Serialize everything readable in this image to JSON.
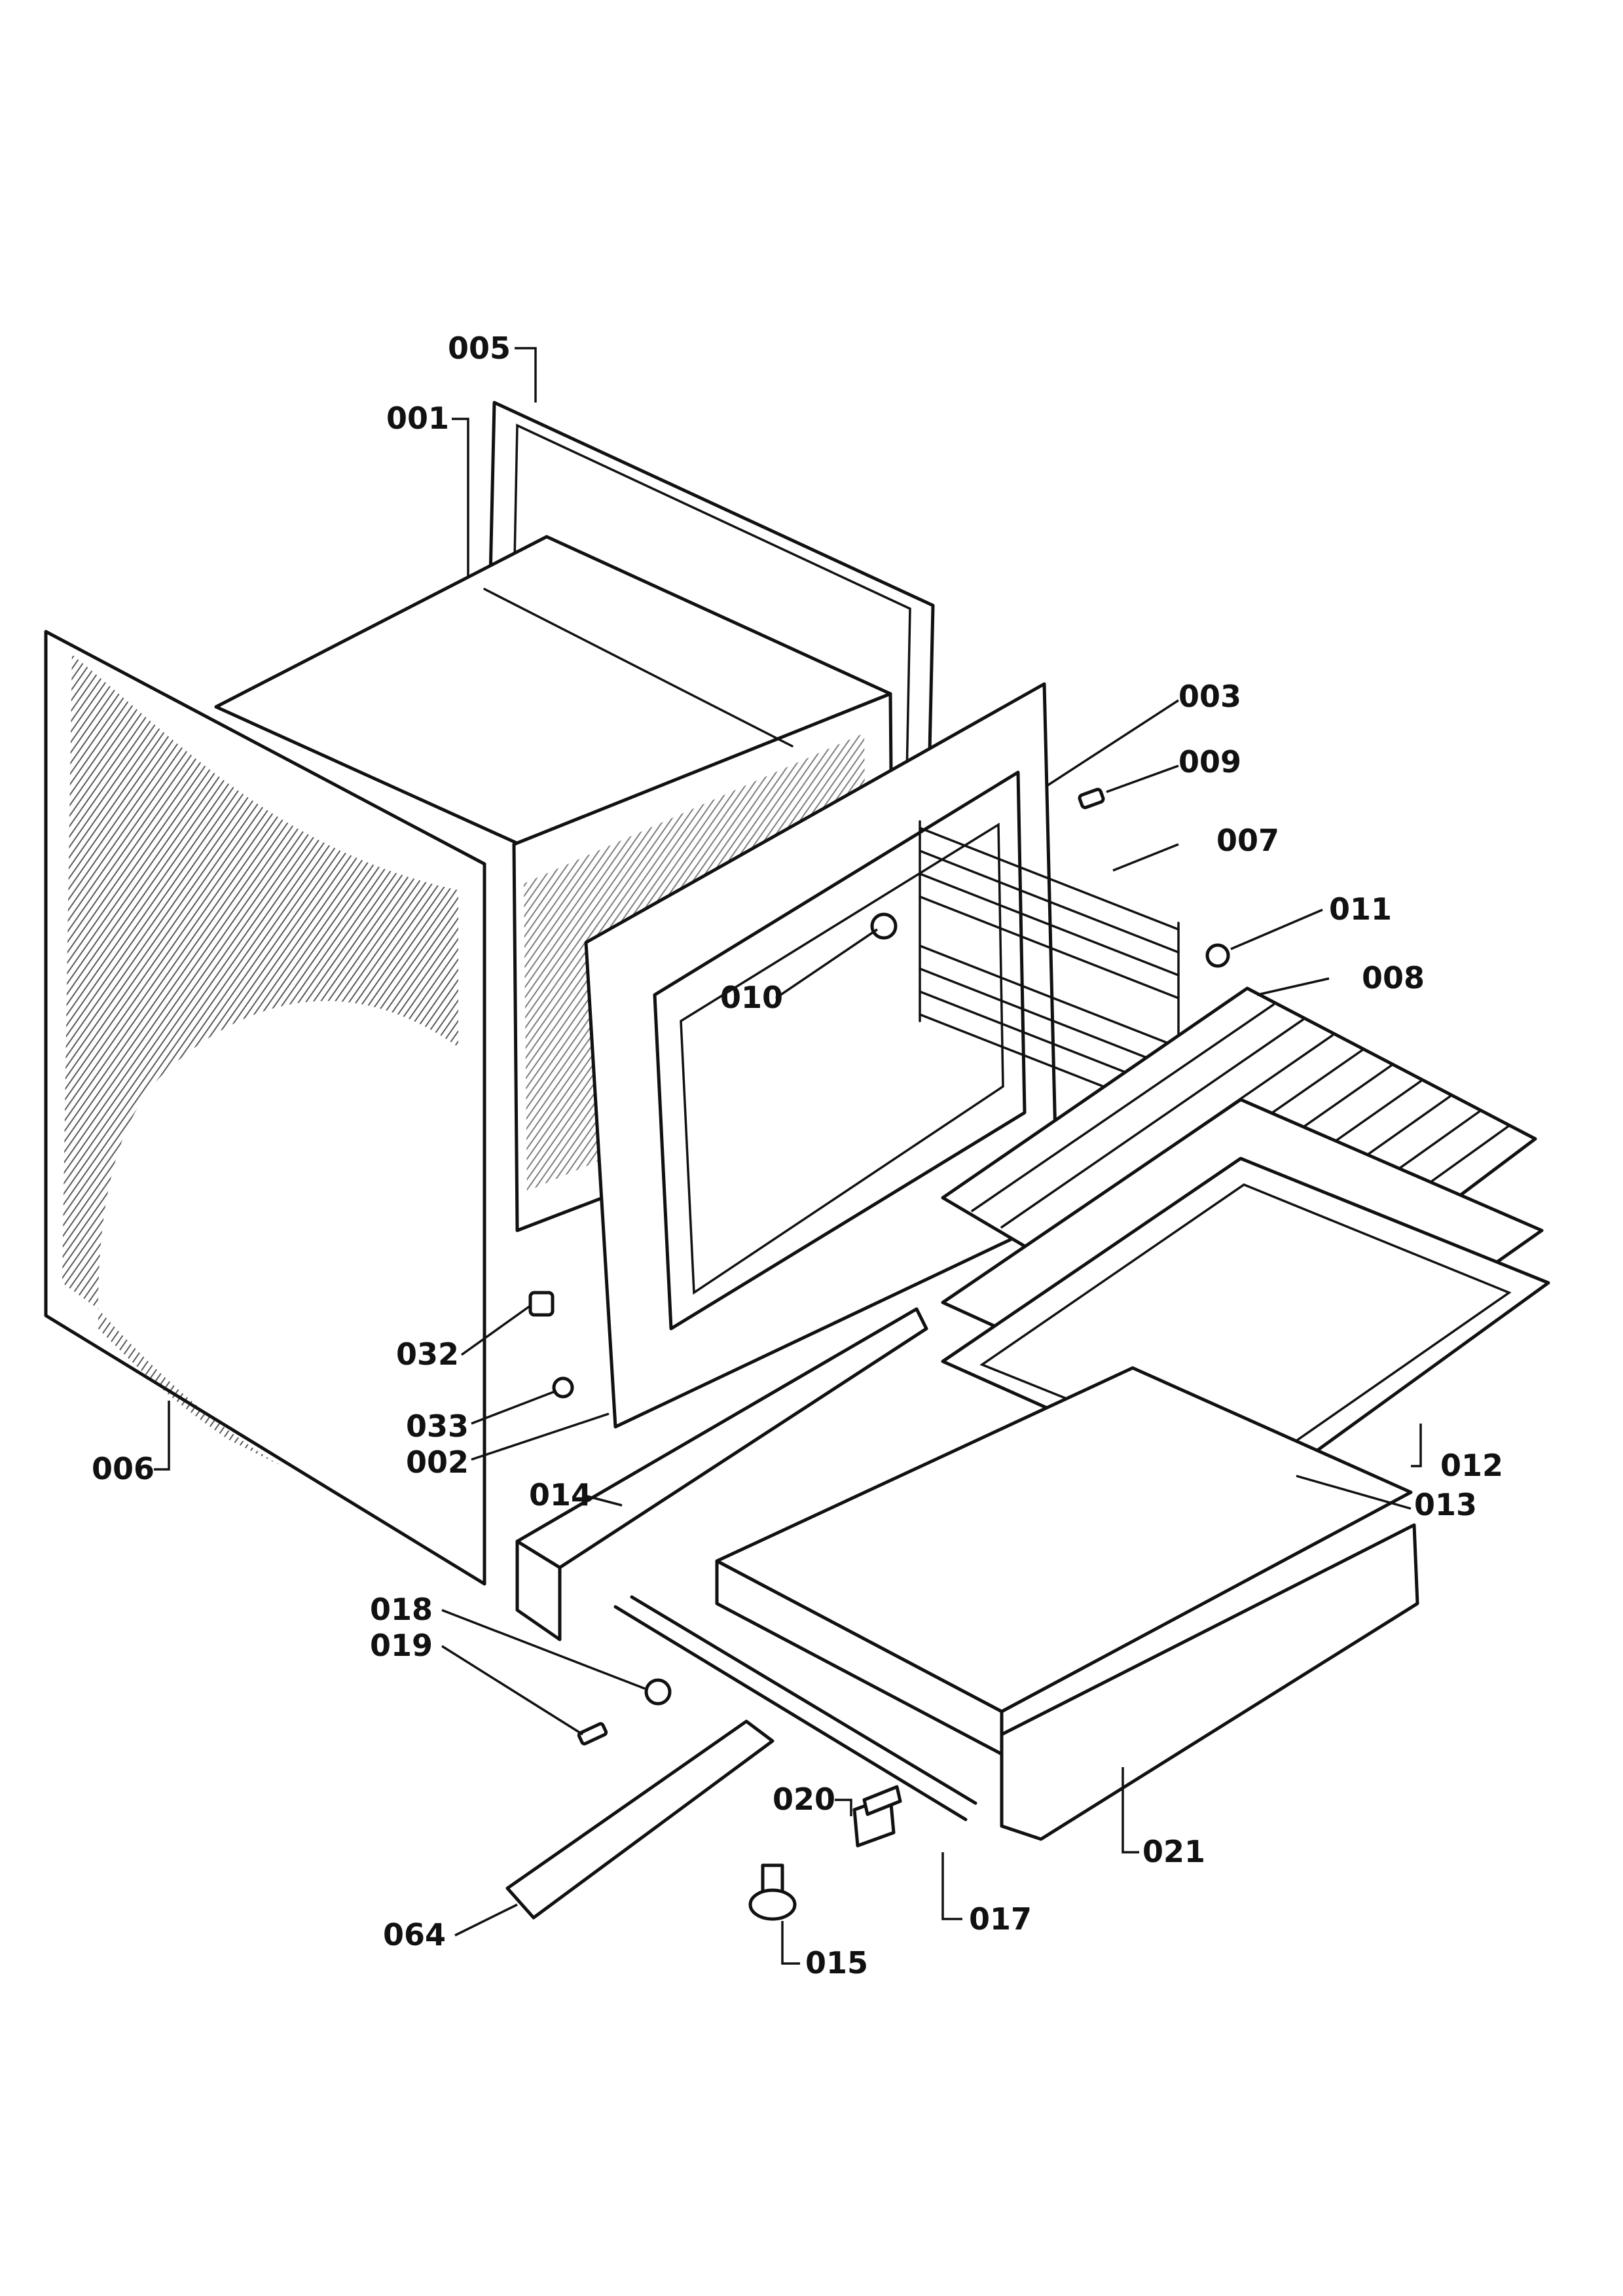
{
  "callouts": [
    {
      "id": "c005",
      "text": "005"
    },
    {
      "id": "c001",
      "text": "001"
    },
    {
      "id": "c003",
      "text": "003"
    },
    {
      "id": "c009",
      "text": "009"
    },
    {
      "id": "c007",
      "text": "007"
    },
    {
      "id": "c011",
      "text": "011"
    },
    {
      "id": "c008",
      "text": "008"
    },
    {
      "id": "c010",
      "text": "010"
    },
    {
      "id": "c032",
      "text": "032"
    },
    {
      "id": "c033",
      "text": "033"
    },
    {
      "id": "c002",
      "text": "002"
    },
    {
      "id": "c006",
      "text": "006"
    },
    {
      "id": "c014",
      "text": "014"
    },
    {
      "id": "c012",
      "text": "012"
    },
    {
      "id": "c013",
      "text": "013"
    },
    {
      "id": "c018",
      "text": "018"
    },
    {
      "id": "c019",
      "text": "019"
    },
    {
      "id": "c020",
      "text": "020"
    },
    {
      "id": "c021",
      "text": "021"
    },
    {
      "id": "c017",
      "text": "017"
    },
    {
      "id": "c064",
      "text": "064"
    },
    {
      "id": "c015",
      "text": "015"
    }
  ],
  "colors": {
    "ink": "#111111",
    "paper": "#ffffff"
  }
}
